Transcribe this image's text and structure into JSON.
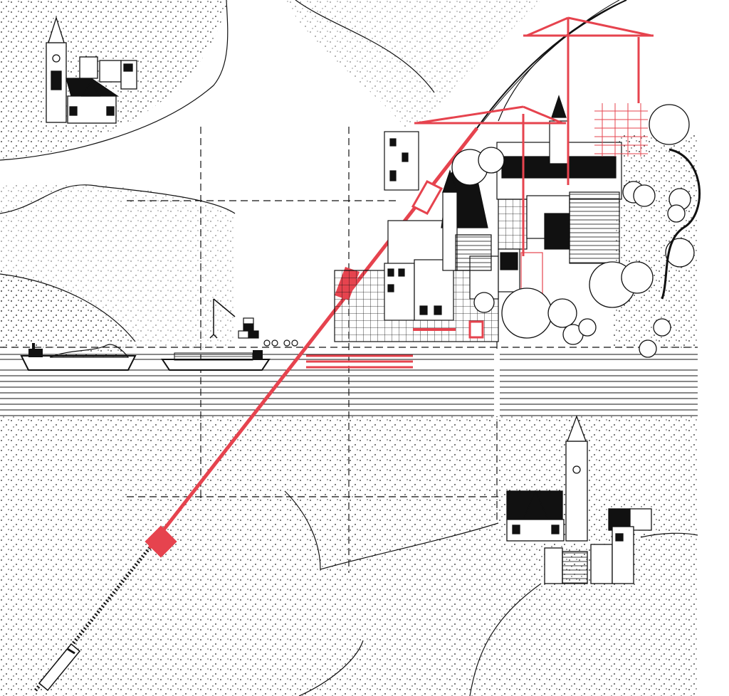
{
  "colors": {
    "ink": "#111111",
    "accent": "#e6434e",
    "paper": "#ffffff",
    "stipple": "#1a1a1a"
  },
  "scene": {
    "elements": [
      {
        "name": "village-top-left",
        "icon": "church-icon"
      },
      {
        "name": "village-bottom-right",
        "icon": "church-icon"
      },
      {
        "name": "city-center",
        "icon": "city-icon"
      },
      {
        "name": "railway-line",
        "icon": "rail-icon"
      },
      {
        "name": "river",
        "icon": "water-icon"
      },
      {
        "name": "cargo-barge",
        "icon": "boat-icon"
      },
      {
        "name": "container-ship",
        "icon": "boat-icon"
      },
      {
        "name": "tower-crane",
        "icon": "crane-icon"
      },
      {
        "name": "train",
        "icon": "train-icon"
      },
      {
        "name": "station",
        "icon": "station-icon"
      }
    ]
  }
}
